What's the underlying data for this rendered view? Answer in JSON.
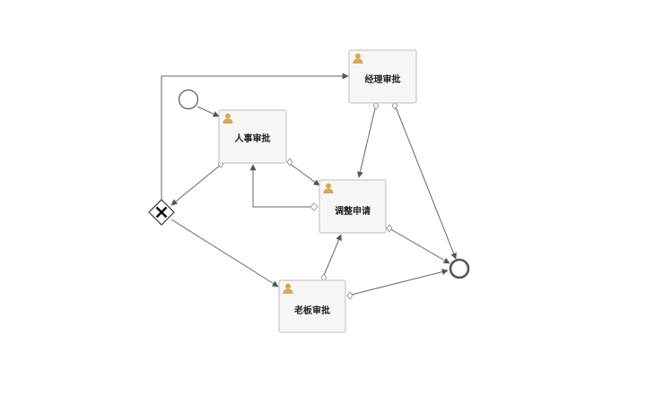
{
  "diagram": {
    "tasks": [
      {
        "id": "hr",
        "label": "人事审批",
        "icon": "user-icon"
      },
      {
        "id": "manager",
        "label": "经理审批",
        "icon": "user-icon"
      },
      {
        "id": "adjust",
        "label": "调整申请",
        "icon": "user-icon"
      },
      {
        "id": "boss",
        "label": "老板审批",
        "icon": "user-icon"
      }
    ],
    "events": [
      {
        "id": "start",
        "type": "start-event"
      },
      {
        "id": "end",
        "type": "end-event"
      }
    ],
    "gateways": [
      {
        "id": "gw",
        "type": "exclusive-gateway"
      }
    ],
    "flows": [
      {
        "from": "start",
        "to": "hr"
      },
      {
        "from": "hr",
        "to": "gw"
      },
      {
        "from": "hr",
        "to": "adjust"
      },
      {
        "from": "gw",
        "to": "manager"
      },
      {
        "from": "gw",
        "to": "boss"
      },
      {
        "from": "manager",
        "to": "adjust"
      },
      {
        "from": "manager",
        "to": "end"
      },
      {
        "from": "adjust",
        "to": "hr"
      },
      {
        "from": "adjust",
        "to": "end"
      },
      {
        "from": "boss",
        "to": "adjust"
      },
      {
        "from": "boss",
        "to": "end"
      }
    ],
    "colors": {
      "flow": "#666666",
      "task_fill": "#f6f6f6",
      "task_stroke": "#bdbdbd",
      "user_icon": "#d4a95a",
      "end_event": "#555555",
      "start_event": "#555555"
    }
  }
}
